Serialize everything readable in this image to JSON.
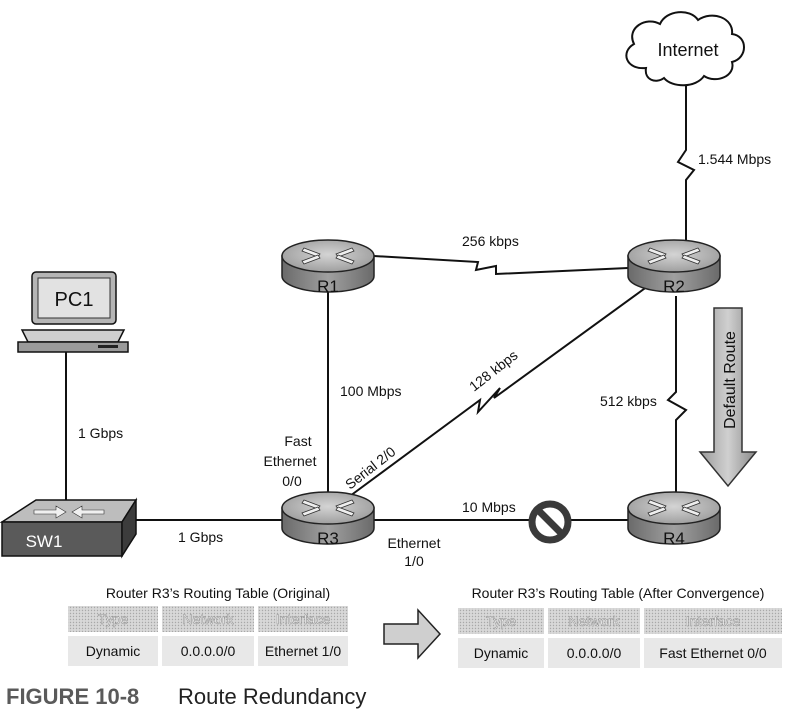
{
  "devices": {
    "internet": "Internet",
    "pc1": "PC1",
    "sw1": "SW1",
    "r1": "R1",
    "r2": "R2",
    "r3": "R3",
    "r4": "R4"
  },
  "links": {
    "internet_r2": "1.544 Mbps",
    "r1_r2": "256 kbps",
    "r1_r3": "100 Mbps",
    "r3_r2": "128 kbps",
    "r2_r4": "512 kbps",
    "r3_r4": "10 Mbps",
    "pc1_sw1": "1 Gbps",
    "sw1_r3": "1 Gbps"
  },
  "interfaces": {
    "fast_ethernet_line1": "Fast",
    "fast_ethernet_line2": "Ethernet",
    "fast_ethernet_line3": "0/0",
    "serial": "Serial 2/0",
    "ethernet_line1": "Ethernet",
    "ethernet_line2": "1/0"
  },
  "default_route_label": "Default Route",
  "tables": {
    "original": {
      "title": "Router R3’s Routing Table (Original)",
      "headers": [
        "Type",
        "Network",
        "Interface"
      ],
      "row": [
        "Dynamic",
        "0.0.0.0/0",
        "Ethernet 1/0"
      ]
    },
    "after": {
      "title": "Router R3’s Routing Table (After Convergence)",
      "headers": [
        "Type",
        "Network",
        "Interface"
      ],
      "row": [
        "Dynamic",
        "0.0.0.0/0",
        "Fast Ethernet 0/0"
      ]
    }
  },
  "caption": {
    "label": "FIGURE 10-8",
    "title": "Route Redundancy"
  },
  "colors": {
    "router_top": "#b8b8b8",
    "router_side": "#7a7a7a",
    "switch_body": "#555555",
    "table_header": "#c8c8c8",
    "table_cell": "#e6e6e6",
    "arrow": "#b0b0b0",
    "line": "#111111"
  }
}
